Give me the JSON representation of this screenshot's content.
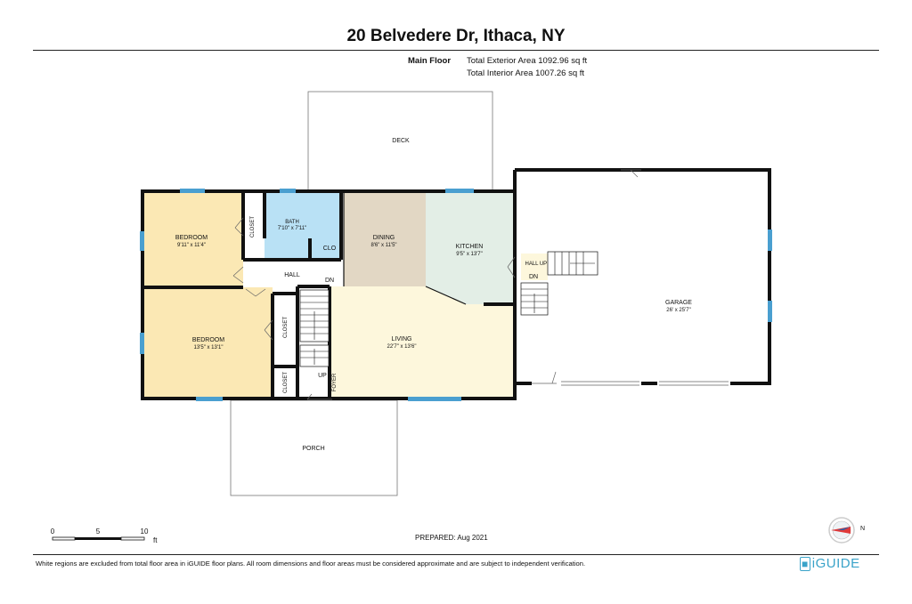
{
  "header": {
    "address": "20 Belvedere Dr, Ithaca, NY",
    "floor_name": "Main Floor",
    "exterior_area": "Total Exterior Area 1092.96 sq ft",
    "interior_area": "Total Interior Area 1007.26 sq ft"
  },
  "rooms": {
    "deck": {
      "name": "DECK"
    },
    "bedroom1": {
      "name": "BEDROOM",
      "dims": "9'11\" x 11'4\""
    },
    "closet1": {
      "name": "CLOSET"
    },
    "bath": {
      "name": "BATH",
      "dims": "7'10\" x 7'11\""
    },
    "clo": {
      "name": "CLO"
    },
    "dining": {
      "name": "DINING",
      "dims": "8'6\" x 11'5\""
    },
    "kitchen": {
      "name": "KITCHEN",
      "dims": "9'5\" x 13'7\""
    },
    "hall": {
      "name": "HALL"
    },
    "hall_dn": {
      "name": "DN"
    },
    "bedroom2": {
      "name": "BEDROOM",
      "dims": "13'5\" x 13'1\""
    },
    "closet2": {
      "name": "CLOSET"
    },
    "closet3": {
      "name": "CLOSET"
    },
    "living": {
      "name": "LIVING",
      "dims": "22'7\" x 13'6\""
    },
    "up": {
      "name": "UP"
    },
    "foyer": {
      "name": "FOYER"
    },
    "porch": {
      "name": "PORCH"
    },
    "garage": {
      "name": "GARAGE",
      "dims": "26' x 25'7\""
    },
    "garage_hall": {
      "name": "HALL"
    },
    "garage_up": {
      "name": "UP"
    },
    "garage_dn": {
      "name": "DN"
    }
  },
  "scale": {
    "t0": "0",
    "t5": "5",
    "t10": "10",
    "unit": "ft"
  },
  "prepared": "PREPARED: Aug 2021",
  "compass": {
    "label": "N"
  },
  "footer": {
    "disclaimer": "White regions are excluded from total floor area in iGUIDE floor plans. All room dimensions and floor areas must be considered approximate and are subject to independent verification.",
    "brand": "iGUIDE"
  },
  "colors": {
    "bedroom": "#fbe8b4",
    "bath": "#b9e1f5",
    "dining": "#e2d7c4",
    "kitchen": "#e3eee6",
    "living": "#fdf7dc",
    "window": "#4a9fd0",
    "wall": "#111111",
    "brand": "#3aa3c9"
  }
}
